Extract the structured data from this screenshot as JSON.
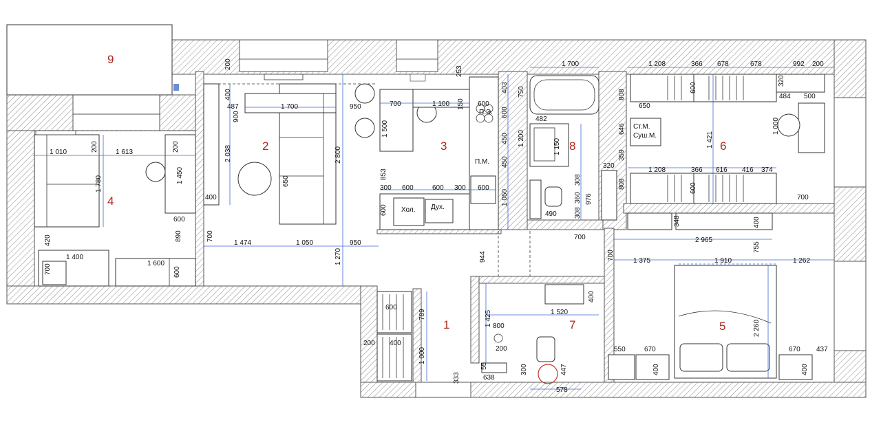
{
  "rooms": [
    "1",
    "2",
    "3",
    "4",
    "5",
    "6",
    "7",
    "8",
    "9"
  ],
  "labels": {
    "fridge": "Хол.",
    "oven": "Дух.",
    "dishwasher": "П.М.",
    "hob": "П.Э.",
    "washer": "Ст.М.",
    "dryer": "Суш.М."
  },
  "dimensions": {
    "d200a": "200",
    "d400a": "400",
    "d487": "487",
    "d900": "900",
    "d1700a": "1 700",
    "d950a": "950",
    "d2038": "2 038",
    "d2800": "2 800",
    "d650a": "650",
    "d400b": "400",
    "d1474": "1 474",
    "d1050a": "1 050",
    "d950b": "950",
    "d1270": "1 270",
    "d253": "253",
    "d700a": "700",
    "d1100": "1 100",
    "d150": "150",
    "d600a": "600",
    "d403": "403",
    "d600b": "600",
    "d1500": "1 500",
    "d450a": "450",
    "d450b": "450",
    "d853": "853",
    "d300a": "300",
    "d600c": "600",
    "d600d": "600",
    "d300b": "300",
    "d600e": "600",
    "d1050b": "1 050",
    "d600f": "600",
    "d1010": "1 010",
    "d200b": "200",
    "d1613": "1 613",
    "d200c": "200",
    "d1780": "1 780",
    "d1450": "1 450",
    "d600g": "600",
    "d890": "890",
    "d700b": "700",
    "d420": "420",
    "d1400": "1 400",
    "d700c": "700",
    "d1600": "1 600",
    "d600h": "600",
    "d1700b": "1 700",
    "d750": "750",
    "d482": "482",
    "d1150": "1 150",
    "d1200": "1 200",
    "d308a": "308",
    "d360": "360",
    "d308b": "308",
    "d976": "976",
    "d490": "490",
    "d320a": "320",
    "d1208a": "1 208",
    "d366a": "366",
    "d678a": "678",
    "d678b": "678",
    "d992": "992",
    "d200d": "200",
    "d808a": "808",
    "d600i": "600",
    "d320b": "320",
    "d484": "484",
    "d500": "500",
    "d650b": "650",
    "d1421": "1 421",
    "d1000a": "1 000",
    "d646": "646",
    "d359": "359",
    "d1208b": "1 208",
    "d366b": "366",
    "d616": "616",
    "d416": "416",
    "d374": "374",
    "d808b": "808",
    "d600j": "600",
    "d700d": "700",
    "d348": "348",
    "d400c": "400",
    "d2965": "2 965",
    "d755": "755",
    "d700e": "700",
    "d944": "944",
    "d700f": "700",
    "d1375": "1 375",
    "d1910": "1 910",
    "d1262": "1 262",
    "d2260": "2 260",
    "d550": "550",
    "d670a": "670",
    "d400d": "400",
    "d670b": "670",
    "d437": "437",
    "d400e": "400",
    "d400f": "400",
    "d1520": "1 520",
    "d1425": "1 425",
    "d800": "800",
    "d200e": "200",
    "d55": "55",
    "d638": "638",
    "d333": "333",
    "d300c": "300",
    "d447": "447",
    "d578": "578",
    "d600k": "600",
    "d789": "789",
    "d200f": "200",
    "d400g": "400",
    "d1000b": "1 000"
  },
  "colors": {
    "room_number": "#b0281e",
    "dimension_line": "#3a66d6",
    "wall_hatch": "#8a8a8a",
    "balcony_fill": "#ffffff"
  }
}
